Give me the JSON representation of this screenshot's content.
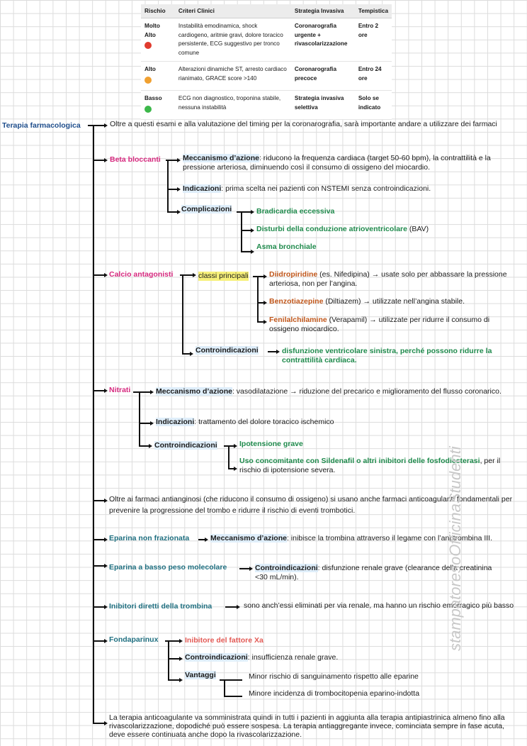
{
  "table": {
    "headers": [
      "Rischio",
      "Criteri Clinici",
      "Strategia Invasiva",
      "Tempistica"
    ],
    "rows": [
      {
        "risk": "Molto Alto",
        "color": "#e03b2e",
        "criteria": "Instabilità emodinamica, shock cardiogeno, aritmie gravi, dolore toracico persistente, ECG suggestivo per tronco comune",
        "strategy": "Coronarografia urgente + rivascolarizzazione",
        "timing": "Entro 2 ore"
      },
      {
        "risk": "Alto",
        "color": "#f0a030",
        "criteria": "Alterazioni dinamiche ST, arresto cardiaco rianimato, GRACE score >140",
        "strategy": "Coronarografia precoce",
        "timing": "Entro 24 ore"
      },
      {
        "risk": "Basso",
        "color": "#3cb84a",
        "criteria": "ECG non diagnostico, troponina stabile, nessuna instabilità",
        "strategy": "Strategia invasiva selettiva",
        "timing": "Solo se indicato"
      }
    ]
  },
  "root": "Terapia farmacologica",
  "intro": "Oltre a questi esami e alla valutazione del timing per la coronarografia, sarà importante andare a utilizzare dei farmaci",
  "beta": {
    "title": "Beta bloccanti",
    "mech_label": "Meccanismo d’azione",
    "mech_text": ": riducono la frequenza cardiaca (target 50-60 bpm), la contrattilità e la pressione arteriosa, diminuendo così il consumo di ossigeno del miocardio.",
    "ind_label": "Indicazioni",
    "ind_text": ": prima scelta nei pazienti con NSTEMI senza controindicazioni.",
    "comp_label": "Complicazioni",
    "comp1": "Bradicardia eccessiva",
    "comp2": "Disturbi della conduzione atrioventricolare",
    "comp2_suffix": " (BAV)",
    "comp3": "Asma bronchiale"
  },
  "calcio": {
    "title": "Calcio antagonisti",
    "classes_label": "classi principali",
    "c1": "Diidropiridine",
    "c1_text": " (es. Nifedipina) → usate solo per abbassare la pressione arteriosa, non per l’angina.",
    "c2": "Benzotiazepine",
    "c2_text": " (Diltiazem) → utilizzate nell’angina stabile.",
    "c3": "Fenilalchilamine",
    "c3_text": " (Verapamil) → utilizzate per ridurre il consumo di ossigeno miocardico.",
    "contra_label": "Controindicazioni",
    "contra_text": "disfunzione ventricolare sinistra, perché possono ridurre la contrattilità cardiaca."
  },
  "nitrati": {
    "title": "Nitrati",
    "mech_label": "Meccanismo d’azione",
    "mech_text": ": vasodilatazione → riduzione del precarico e miglioramento del flusso coronarico.",
    "ind_label": "Indicazioni",
    "ind_text": ": trattamento del dolore toracico ischemico",
    "contra_label": "Controindicazioni",
    "contra1": "Ipotensione grave",
    "contra2": "Uso concomitante con Sildenafil o altri inibitori delle fosfodiesterasi",
    "contra2_suffix": ", per il rischio di ipotensione severa."
  },
  "anticoag_intro": "Oltre ai farmaci antianginosi (che riducono il consumo di ossigeno) si usano anche farmaci anticoagulanti fondamentali per prevenire la progressione del trombo e ridurre il rischio di eventi trombotici.",
  "eparina_nf": {
    "title": "Eparina non frazionata",
    "mech_label": "Meccanismo d’azione",
    "mech_text": ": inibisce la trombina attraverso il legame con l’antitrombina III."
  },
  "eparina_bpm": {
    "title": "Eparina a basso peso molecolare",
    "contra_label": "Controindicazioni",
    "contra_text": ": disfunzione renale grave (clearance della creatinina <30 mL/min)."
  },
  "inibitori": {
    "title": "Inibitori diretti della trombina",
    "text": "sono anch’essi eliminati per via renale, ma hanno un rischio emorragico più basso"
  },
  "fonda": {
    "title": "Fondaparinux",
    "xa": "Inibitore del fattore Xa",
    "contra_label": "Controindicazioni",
    "contra_text": ": insufficienza renale grave.",
    "vant_label": "Vantaggi",
    "v1": "Minor rischio di sanguinamento rispetto alle eparine",
    "v2": "Minore incidenza di trombocitopenia eparino-indotta"
  },
  "conclusion": "La terapia anticoagulante va somministrata quindi in tutti i pazienti in aggiunta alla terapia antipiastrinica almeno fino alla rivascolarizzazione, dopodiché può essere sospesa. La terapia antiaggregante invece, cominciata sempre in fase acuta, deve essere continuata anche dopo la rivascolarizzazione.",
  "watermark": "stampatoresoOfficinaStudenti"
}
